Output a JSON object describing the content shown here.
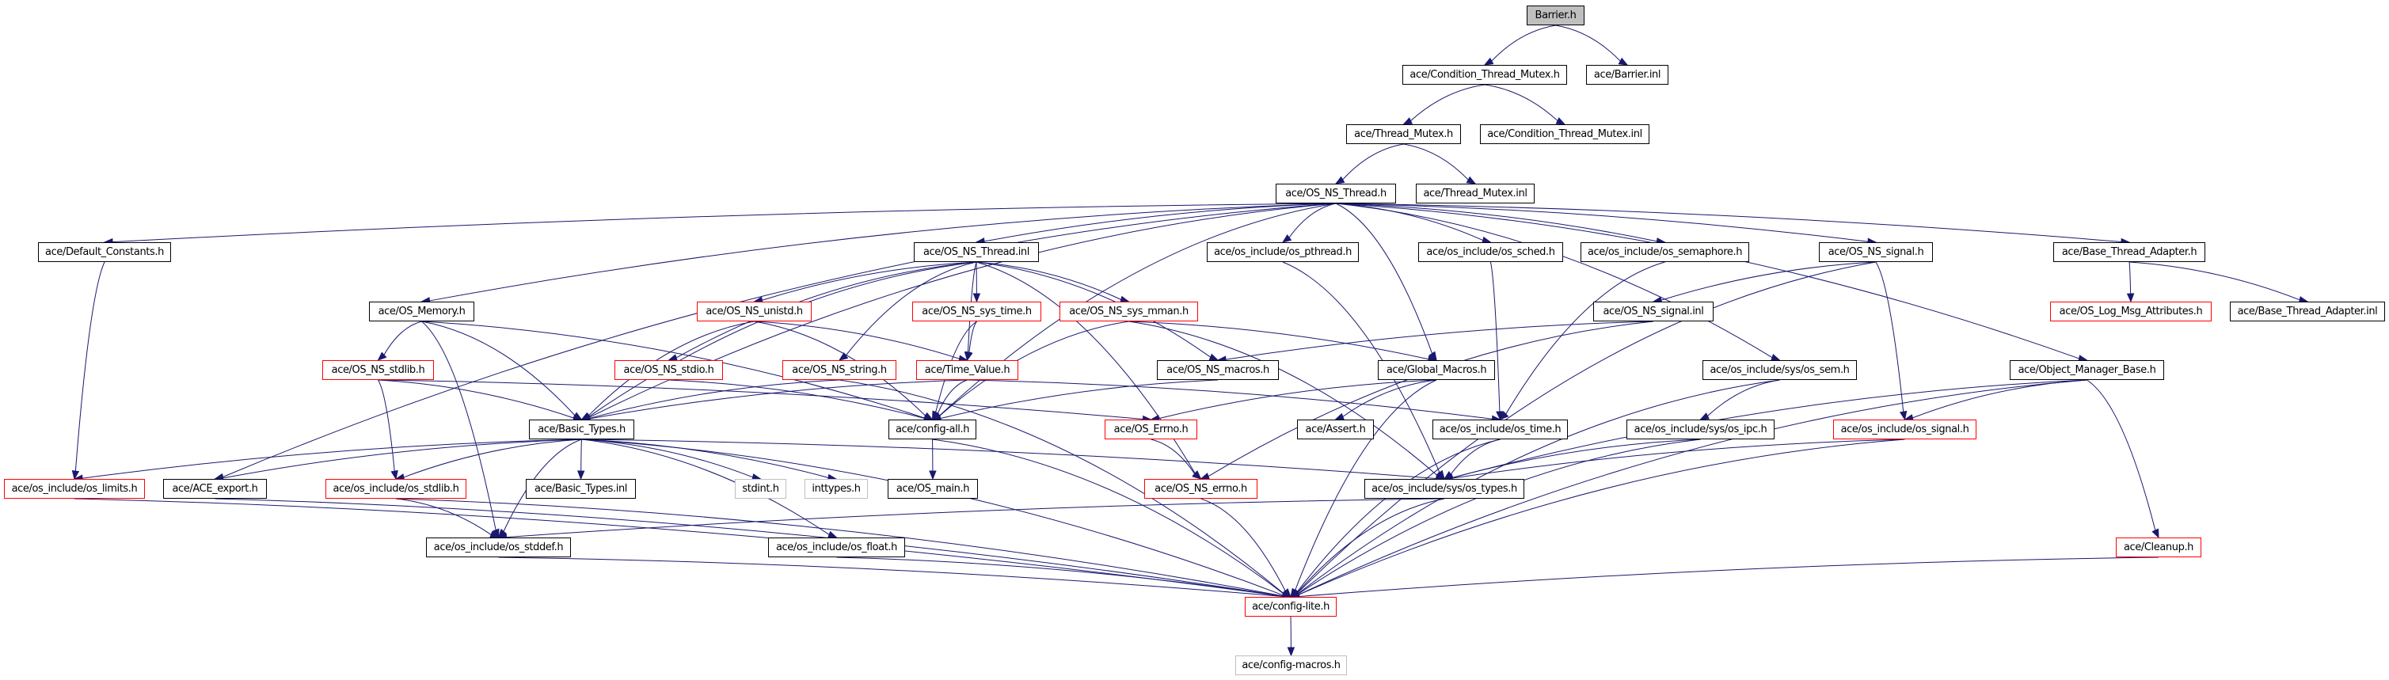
{
  "title": "Barrier.h include dependency graph",
  "colors": {
    "edge": "#191970",
    "normal_border": "#000000",
    "truncated_border": "#ff0000",
    "missing_border": "#bfbfbf",
    "root_fill": "#bfbfbf"
  },
  "nodes": [
    {
      "id": "barrier_h",
      "label": "Barrier.h",
      "kind": "root"
    },
    {
      "id": "cond_tm_h",
      "label": "ace/Condition_Thread_Mutex.h",
      "kind": "normal"
    },
    {
      "id": "barrier_inl",
      "label": "ace/Barrier.inl",
      "kind": "normal"
    },
    {
      "id": "thread_mutex_h",
      "label": "ace/Thread_Mutex.h",
      "kind": "normal"
    },
    {
      "id": "cond_tm_inl",
      "label": "ace/Condition_Thread_Mutex.inl",
      "kind": "normal"
    },
    {
      "id": "os_ns_thread_h",
      "label": "ace/OS_NS_Thread.h",
      "kind": "normal"
    },
    {
      "id": "thread_mutex_inl",
      "label": "ace/Thread_Mutex.inl",
      "kind": "normal"
    },
    {
      "id": "default_constants_h",
      "label": "ace/Default_Constants.h",
      "kind": "normal"
    },
    {
      "id": "os_ns_thread_inl",
      "label": "ace/OS_NS_Thread.inl",
      "kind": "normal"
    },
    {
      "id": "os_pthread_h",
      "label": "ace/os_include/os_pthread.h",
      "kind": "normal"
    },
    {
      "id": "os_sched_h",
      "label": "ace/os_include/os_sched.h",
      "kind": "normal"
    },
    {
      "id": "os_semaphore_h",
      "label": "ace/os_include/os_semaphore.h",
      "kind": "normal"
    },
    {
      "id": "os_ns_signal_h",
      "label": "ace/OS_NS_signal.h",
      "kind": "normal"
    },
    {
      "id": "base_thread_adapter_h",
      "label": "ace/Base_Thread_Adapter.h",
      "kind": "normal"
    },
    {
      "id": "os_memory_h",
      "label": "ace/OS_Memory.h",
      "kind": "normal"
    },
    {
      "id": "os_ns_unistd_h",
      "label": "ace/OS_NS_unistd.h",
      "kind": "truncated"
    },
    {
      "id": "os_ns_sys_time_h",
      "label": "ace/OS_NS_sys_time.h",
      "kind": "truncated"
    },
    {
      "id": "os_ns_sys_mman_h",
      "label": "ace/OS_NS_sys_mman.h",
      "kind": "truncated"
    },
    {
      "id": "os_ns_signal_inl",
      "label": "ace/OS_NS_signal.inl",
      "kind": "normal"
    },
    {
      "id": "os_log_msg_attributes_h",
      "label": "ace/OS_Log_Msg_Attributes.h",
      "kind": "truncated"
    },
    {
      "id": "base_thread_adapter_inl",
      "label": "ace/Base_Thread_Adapter.inl",
      "kind": "normal"
    },
    {
      "id": "os_ns_stdlib_h",
      "label": "ace/OS_NS_stdlib.h",
      "kind": "truncated"
    },
    {
      "id": "os_ns_stdio_h",
      "label": "ace/OS_NS_stdio.h",
      "kind": "truncated"
    },
    {
      "id": "os_ns_string_h",
      "label": "ace/OS_NS_string.h",
      "kind": "truncated"
    },
    {
      "id": "time_value_h",
      "label": "ace/Time_Value.h",
      "kind": "truncated"
    },
    {
      "id": "os_ns_macros_h",
      "label": "ace/OS_NS_macros.h",
      "kind": "normal"
    },
    {
      "id": "global_macros_h",
      "label": "ace/Global_Macros.h",
      "kind": "normal"
    },
    {
      "id": "os_sem_h",
      "label": "ace/os_include/sys/os_sem.h",
      "kind": "normal"
    },
    {
      "id": "object_manager_base_h",
      "label": "ace/Object_Manager_Base.h",
      "kind": "normal"
    },
    {
      "id": "basic_types_h",
      "label": "ace/Basic_Types.h",
      "kind": "normal"
    },
    {
      "id": "config_all_h",
      "label": "ace/config-all.h",
      "kind": "normal"
    },
    {
      "id": "os_errno_h",
      "label": "ace/OS_Errno.h",
      "kind": "truncated"
    },
    {
      "id": "assert_h",
      "label": "ace/Assert.h",
      "kind": "normal"
    },
    {
      "id": "os_time_h",
      "label": "ace/os_include/os_time.h",
      "kind": "normal"
    },
    {
      "id": "os_ipc_h",
      "label": "ace/os_include/sys/os_ipc.h",
      "kind": "normal"
    },
    {
      "id": "os_signal_h",
      "label": "ace/os_include/os_signal.h",
      "kind": "truncated"
    },
    {
      "id": "os_limits_h",
      "label": "ace/os_include/os_limits.h",
      "kind": "truncated"
    },
    {
      "id": "ace_export_h",
      "label": "ace/ACE_export.h",
      "kind": "normal"
    },
    {
      "id": "os_stdlib_h",
      "label": "ace/os_include/os_stdlib.h",
      "kind": "truncated"
    },
    {
      "id": "basic_types_inl",
      "label": "ace/Basic_Types.inl",
      "kind": "normal"
    },
    {
      "id": "stdint_h",
      "label": "stdint.h",
      "kind": "missing"
    },
    {
      "id": "inttypes_h",
      "label": "inttypes.h",
      "kind": "missing"
    },
    {
      "id": "os_main_h",
      "label": "ace/OS_main.h",
      "kind": "normal"
    },
    {
      "id": "os_ns_errno_h",
      "label": "ace/OS_NS_errno.h",
      "kind": "truncated"
    },
    {
      "id": "os_types_h",
      "label": "ace/os_include/sys/os_types.h",
      "kind": "normal"
    },
    {
      "id": "os_stddef_h",
      "label": "ace/os_include/os_stddef.h",
      "kind": "normal"
    },
    {
      "id": "os_float_h",
      "label": "ace/os_include/os_float.h",
      "kind": "normal"
    },
    {
      "id": "cleanup_h",
      "label": "ace/Cleanup.h",
      "kind": "truncated"
    },
    {
      "id": "config_lite_h",
      "label": "ace/config-lite.h",
      "kind": "truncated"
    },
    {
      "id": "config_macros_h",
      "label": "ace/config-macros.h",
      "kind": "missing"
    }
  ],
  "edges": [
    [
      "barrier_h",
      "cond_tm_h"
    ],
    [
      "barrier_h",
      "barrier_inl"
    ],
    [
      "cond_tm_h",
      "thread_mutex_h"
    ],
    [
      "cond_tm_h",
      "cond_tm_inl"
    ],
    [
      "thread_mutex_h",
      "os_ns_thread_h"
    ],
    [
      "thread_mutex_h",
      "thread_mutex_inl"
    ],
    [
      "os_ns_thread_h",
      "default_constants_h"
    ],
    [
      "os_ns_thread_h",
      "os_ns_thread_inl"
    ],
    [
      "os_ns_thread_h",
      "os_pthread_h"
    ],
    [
      "os_ns_thread_h",
      "os_sched_h"
    ],
    [
      "os_ns_thread_h",
      "os_semaphore_h"
    ],
    [
      "os_ns_thread_h",
      "os_ns_signal_h"
    ],
    [
      "os_ns_thread_h",
      "base_thread_adapter_h"
    ],
    [
      "os_ns_thread_h",
      "os_memory_h"
    ],
    [
      "os_ns_thread_h",
      "global_macros_h"
    ],
    [
      "os_ns_thread_h",
      "os_sem_h"
    ],
    [
      "os_ns_thread_h",
      "object_manager_base_h"
    ],
    [
      "os_ns_thread_h",
      "basic_types_h"
    ],
    [
      "os_ns_thread_h",
      "ace_export_h"
    ],
    [
      "os_ns_thread_h",
      "config_all_h"
    ],
    [
      "os_ns_thread_inl",
      "os_ns_unistd_h"
    ],
    [
      "os_ns_thread_inl",
      "os_ns_sys_time_h"
    ],
    [
      "os_ns_thread_inl",
      "os_ns_sys_mman_h"
    ],
    [
      "os_ns_thread_inl",
      "os_ns_stdio_h"
    ],
    [
      "os_ns_thread_inl",
      "os_ns_string_h"
    ],
    [
      "os_ns_thread_inl",
      "time_value_h"
    ],
    [
      "os_ns_thread_inl",
      "os_ns_macros_h"
    ],
    [
      "os_ns_thread_inl",
      "os_ns_errno_h"
    ],
    [
      "os_ns_thread_inl",
      "basic_types_h"
    ],
    [
      "os_memory_h",
      "os_ns_stdlib_h"
    ],
    [
      "os_memory_h",
      "basic_types_h"
    ],
    [
      "os_memory_h",
      "config_all_h"
    ],
    [
      "os_memory_h",
      "os_stddef_h"
    ],
    [
      "os_ns_unistd_h",
      "time_value_h"
    ],
    [
      "os_ns_unistd_h",
      "basic_types_h"
    ],
    [
      "os_ns_unistd_h",
      "config_all_h"
    ],
    [
      "os_ns_sys_time_h",
      "time_value_h"
    ],
    [
      "os_ns_sys_time_h",
      "config_all_h"
    ],
    [
      "os_ns_sys_mman_h",
      "config_all_h"
    ],
    [
      "os_ns_sys_mman_h",
      "global_macros_h"
    ],
    [
      "os_ns_sys_mman_h",
      "os_types_h"
    ],
    [
      "os_ns_stdlib_h",
      "basic_types_h"
    ],
    [
      "os_ns_stdlib_h",
      "os_stdlib_h"
    ],
    [
      "os_ns_stdlib_h",
      "os_errno_h"
    ],
    [
      "os_ns_stdio_h",
      "config_all_h"
    ],
    [
      "os_ns_string_h",
      "basic_types_h"
    ],
    [
      "os_ns_string_h",
      "config_lite_h"
    ],
    [
      "time_value_h",
      "basic_types_h"
    ],
    [
      "time_value_h",
      "os_time_h"
    ],
    [
      "time_value_h",
      "config_all_h"
    ],
    [
      "os_ns_macros_h",
      "config_all_h"
    ],
    [
      "global_macros_h",
      "os_errno_h"
    ],
    [
      "global_macros_h",
      "assert_h"
    ],
    [
      "global_macros_h",
      "config_lite_h"
    ],
    [
      "os_pthread_h",
      "os_types_h"
    ],
    [
      "os_sched_h",
      "os_time_h"
    ],
    [
      "os_semaphore_h",
      "os_time_h"
    ],
    [
      "os_ns_signal_h",
      "os_ns_signal_inl"
    ],
    [
      "os_ns_signal_h",
      "os_signal_h"
    ],
    [
      "os_ns_signal_h",
      "config_lite_h"
    ],
    [
      "os_ns_signal_inl",
      "os_ns_macros_h"
    ],
    [
      "os_ns_signal_inl",
      "os_ns_errno_h"
    ],
    [
      "base_thread_adapter_h",
      "os_log_msg_attributes_h"
    ],
    [
      "base_thread_adapter_h",
      "base_thread_adapter_inl"
    ],
    [
      "os_sem_h",
      "os_ipc_h"
    ],
    [
      "os_sem_h",
      "config_lite_h"
    ],
    [
      "object_manager_base_h",
      "os_signal_h"
    ],
    [
      "object_manager_base_h",
      "os_types_h"
    ],
    [
      "object_manager_base_h",
      "cleanup_h"
    ],
    [
      "object_manager_base_h",
      "config_lite_h"
    ],
    [
      "basic_types_h",
      "os_limits_h"
    ],
    [
      "basic_types_h",
      "ace_export_h"
    ],
    [
      "basic_types_h",
      "os_stdlib_h"
    ],
    [
      "basic_types_h",
      "basic_types_inl"
    ],
    [
      "basic_types_h",
      "stdint_h"
    ],
    [
      "basic_types_h",
      "inttypes_h"
    ],
    [
      "basic_types_h",
      "os_float_h"
    ],
    [
      "basic_types_h",
      "os_stddef_h"
    ],
    [
      "basic_types_h",
      "os_types_h"
    ],
    [
      "basic_types_h",
      "config_lite_h"
    ],
    [
      "config_all_h",
      "os_main_h"
    ],
    [
      "config_all_h",
      "config_lite_h"
    ],
    [
      "os_errno_h",
      "os_ns_errno_h"
    ],
    [
      "os_time_h",
      "os_types_h"
    ],
    [
      "os_time_h",
      "config_lite_h"
    ],
    [
      "os_ipc_h",
      "os_types_h"
    ],
    [
      "os_ipc_h",
      "config_lite_h"
    ],
    [
      "os_signal_h",
      "os_types_h"
    ],
    [
      "os_signal_h",
      "config_lite_h"
    ],
    [
      "os_limits_h",
      "config_lite_h"
    ],
    [
      "ace_export_h",
      "config_lite_h"
    ],
    [
      "os_stdlib_h",
      "os_stddef_h"
    ],
    [
      "os_stdlib_h",
      "config_lite_h"
    ],
    [
      "os_ns_errno_h",
      "config_lite_h"
    ],
    [
      "os_types_h",
      "os_stddef_h"
    ],
    [
      "os_types_h",
      "config_lite_h"
    ],
    [
      "os_stddef_h",
      "config_lite_h"
    ],
    [
      "os_float_h",
      "config_lite_h"
    ],
    [
      "default_constants_h",
      "os_limits_h"
    ],
    [
      "cleanup_h",
      "config_lite_h"
    ],
    [
      "config_lite_h",
      "config_macros_h"
    ]
  ]
}
